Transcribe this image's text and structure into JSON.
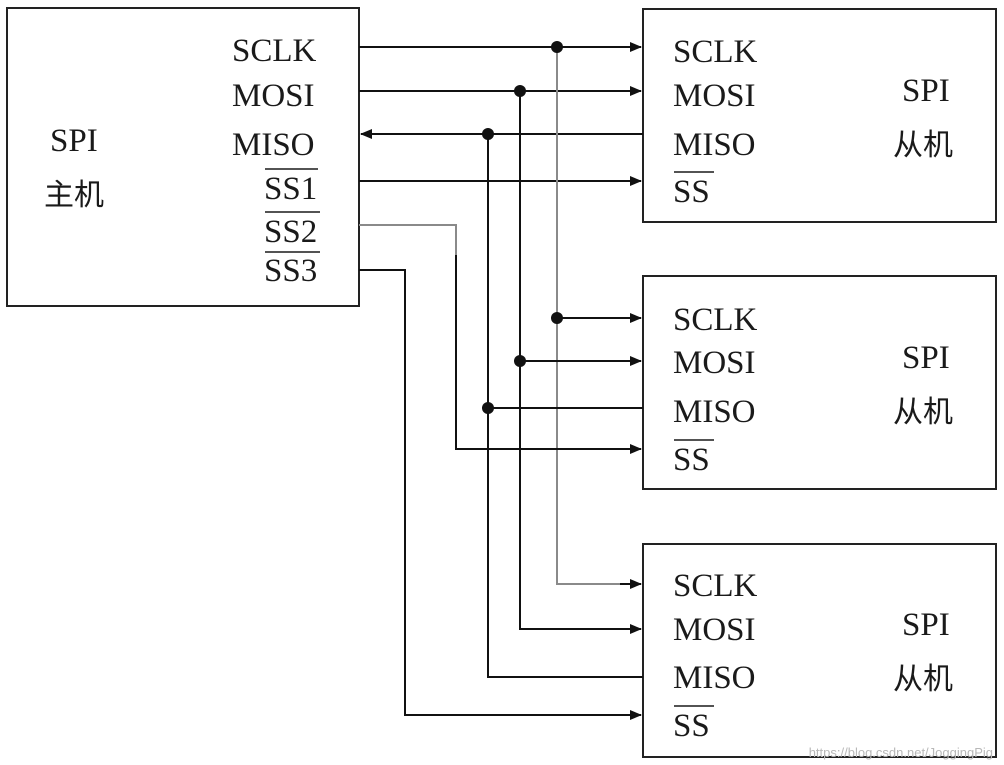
{
  "master": {
    "title_line1": "SPI",
    "title_line2": "主机",
    "pins": {
      "sclk": "SCLK",
      "mosi": "MOSI",
      "miso": "MISO",
      "ss1": "SS1",
      "ss2": "SS2",
      "ss3": "SS3"
    }
  },
  "slaves": [
    {
      "title_line1": "SPI",
      "title_line2": "从机",
      "pins": {
        "sclk": "SCLK",
        "mosi": "MOSI",
        "miso": "MISO",
        "ss": "SS"
      }
    },
    {
      "title_line1": "SPI",
      "title_line2": "从机",
      "pins": {
        "sclk": "SCLK",
        "mosi": "MOSI",
        "miso": "MISO",
        "ss": "SS"
      }
    },
    {
      "title_line1": "SPI",
      "title_line2": "从机",
      "pins": {
        "sclk": "SCLK",
        "mosi": "MOSI",
        "miso": "MISO",
        "ss": "SS"
      }
    }
  ],
  "watermark": "https://blog.csdn.net/JoggingPig"
}
